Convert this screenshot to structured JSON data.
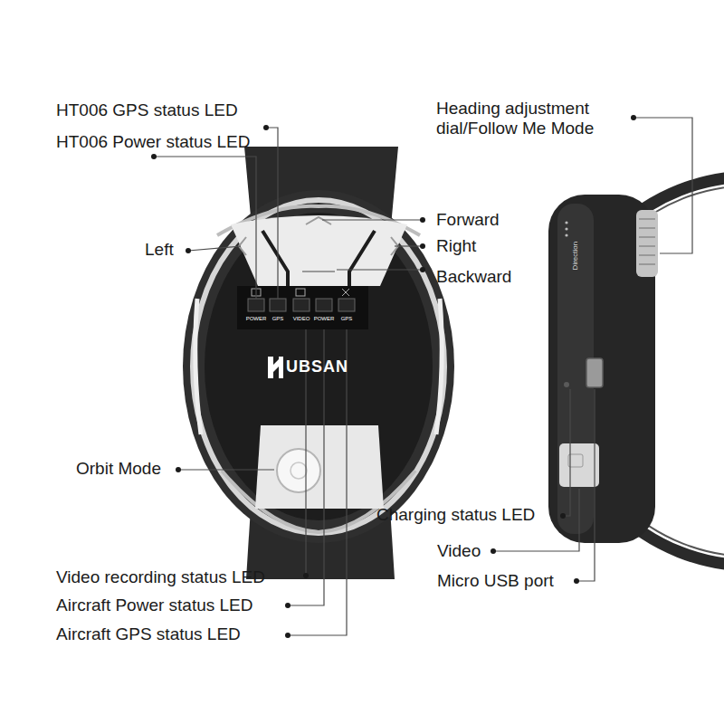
{
  "diagram": {
    "labels": [
      "HT006 GPS status LED",
      "HT006 Power status LED",
      "Left",
      "Orbit Mode",
      "Video recording status LED",
      "Aircraft Power status LED",
      "Aircraft GPS status LED",
      "Heading adjustment dial/Follow Me Mode",
      "Forward",
      "Right",
      "Backward",
      "Charging status LED",
      "Video",
      "Micro USB port",
      "POWER",
      "GPS",
      "VIDEO",
      "POWER",
      "GPS",
      "UBSAN",
      "Direction"
    ]
  }
}
